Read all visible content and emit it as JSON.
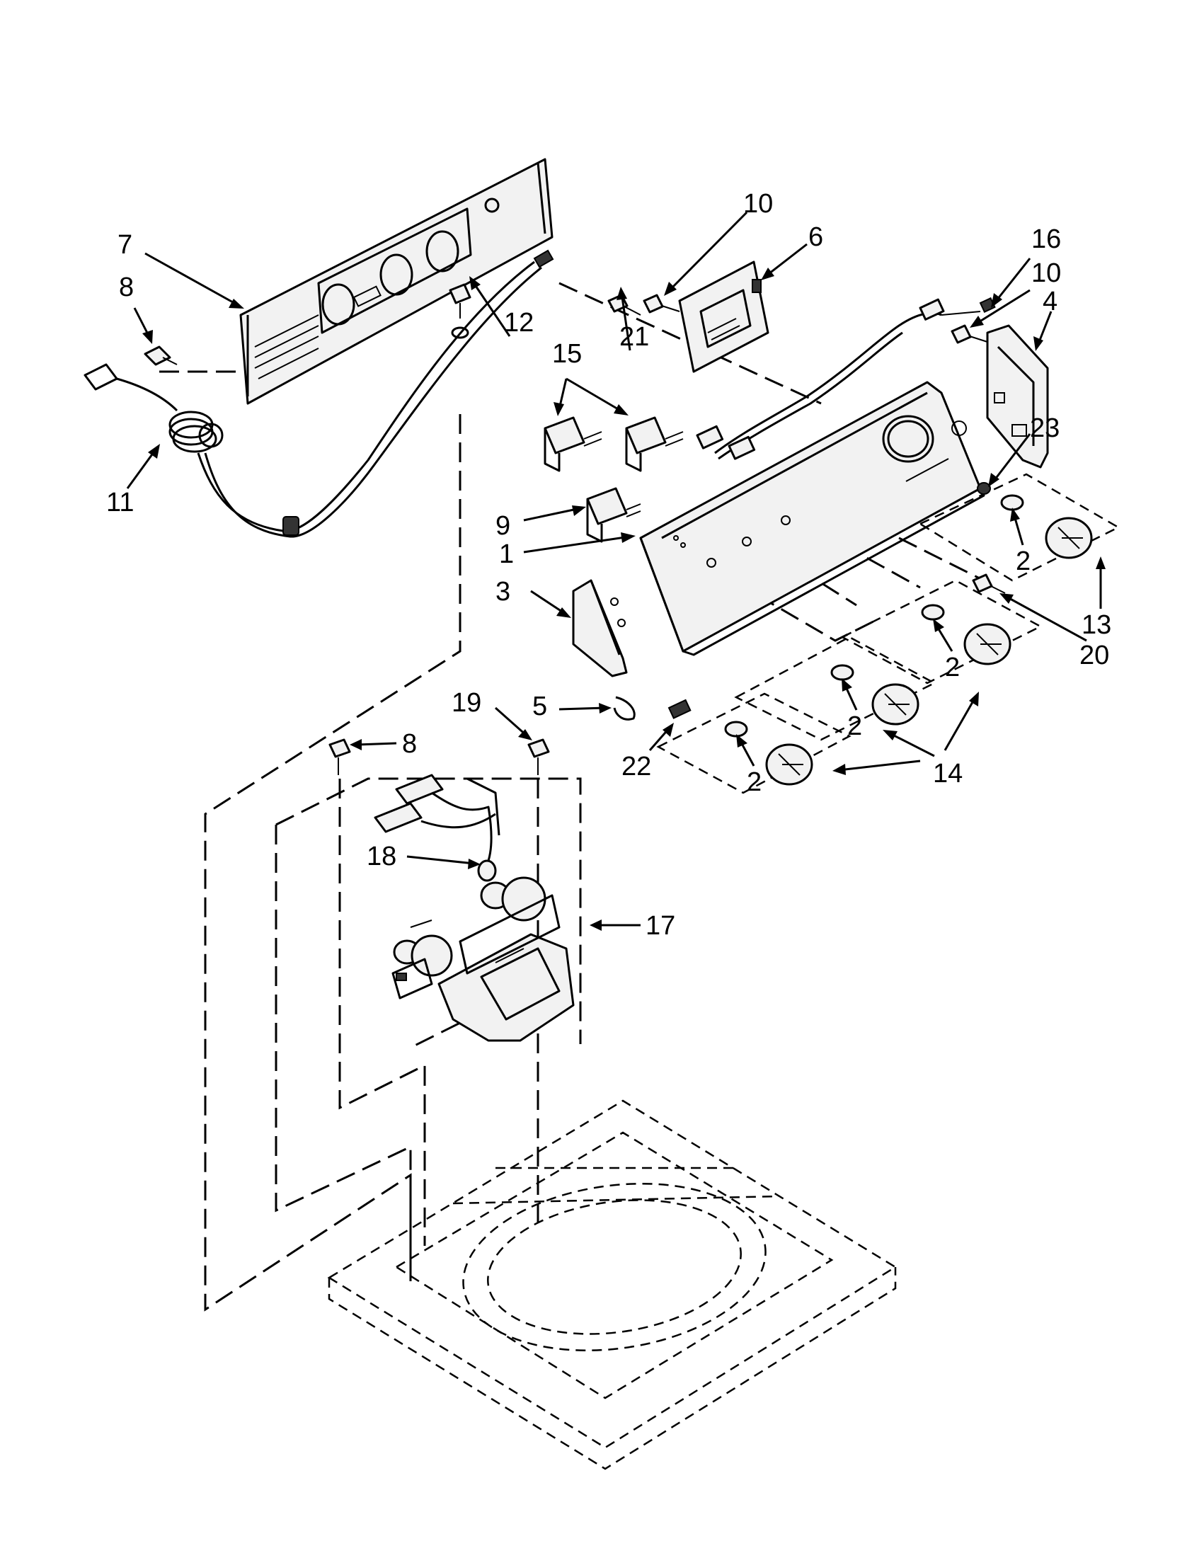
{
  "diagram": {
    "callouts": {
      "c1": "1",
      "c2a": "2",
      "c2b": "2",
      "c2c": "2",
      "c2d": "2",
      "c3": "3",
      "c4": "4",
      "c5": "5",
      "c6": "6",
      "c7": "7",
      "c8a": "8",
      "c8b": "8",
      "c9": "9",
      "c10a": "10",
      "c10b": "10",
      "c11": "11",
      "c12": "12",
      "c13": "13",
      "c14": "14",
      "c15": "15",
      "c16": "16",
      "c17": "17",
      "c18": "18",
      "c19": "19",
      "c20": "20",
      "c21": "21",
      "c22": "22",
      "c23": "23"
    }
  }
}
